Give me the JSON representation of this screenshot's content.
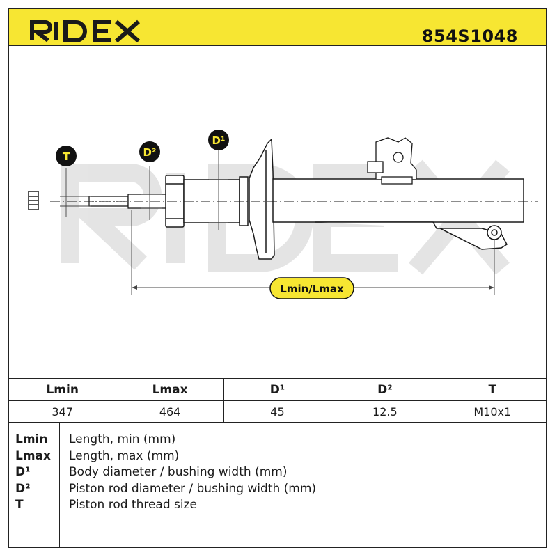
{
  "header": {
    "brand": "RIDEX",
    "part_number": "854S1048"
  },
  "drawing": {
    "watermark": "RIDEX",
    "labels": {
      "t": "T",
      "d2": "D²",
      "d1": "D¹",
      "length": "Lmin/Lmax"
    },
    "colors": {
      "label_fill": "#111111",
      "label_text": "#f7e632",
      "length_text": "#111111"
    }
  },
  "specs": {
    "headers": [
      "Lmin",
      "Lmax",
      "D¹",
      "D²",
      "T"
    ],
    "values": [
      "347",
      "464",
      "45",
      "12.5",
      "M10x1"
    ]
  },
  "legend": [
    {
      "key": "Lmin",
      "desc": "Length, min (mm)"
    },
    {
      "key": "Lmax",
      "desc": "Length, max (mm)"
    },
    {
      "key": "D¹",
      "desc": "Body diameter / bushing width (mm)"
    },
    {
      "key": "D²",
      "desc": "Piston rod diameter / bushing width (mm)"
    },
    {
      "key": "T",
      "desc": "Piston rod thread size"
    }
  ],
  "theme": {
    "accent": "#f7e632",
    "line": "#222222"
  }
}
